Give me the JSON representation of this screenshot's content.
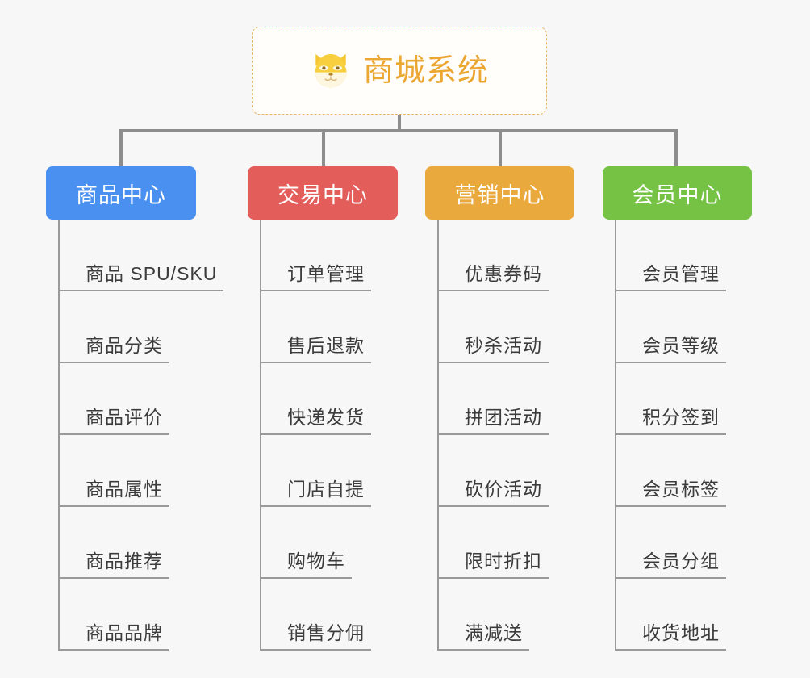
{
  "page": {
    "background_color": "#f7f7f7",
    "text_color": "#3c3c3c",
    "connector_color": "#8d8d8d"
  },
  "root": {
    "title": "商城系统",
    "icon": "shiba-dog-icon",
    "border_color": "#e8b866",
    "title_color": "#eca632",
    "background_color": "#fffefb"
  },
  "columns": [
    {
      "title": "商品中心",
      "color": "#4a90f0",
      "items": [
        {
          "label": "商品 SPU/SKU"
        },
        {
          "label": "商品分类"
        },
        {
          "label": "商品评价"
        },
        {
          "label": "商品属性"
        },
        {
          "label": "商品推荐"
        },
        {
          "label": "商品品牌"
        }
      ]
    },
    {
      "title": "交易中心",
      "color": "#e35d5b",
      "items": [
        {
          "label": "订单管理"
        },
        {
          "label": "售后退款"
        },
        {
          "label": "快递发货"
        },
        {
          "label": "门店自提"
        },
        {
          "label": "购物车"
        },
        {
          "label": "销售分佣"
        }
      ]
    },
    {
      "title": "营销中心",
      "color": "#eaa93c",
      "items": [
        {
          "label": "优惠券码"
        },
        {
          "label": "秒杀活动"
        },
        {
          "label": "拼团活动"
        },
        {
          "label": "砍价活动"
        },
        {
          "label": "限时折扣"
        },
        {
          "label": "满减送"
        }
      ]
    },
    {
      "title": "会员中心",
      "color": "#75c244",
      "items": [
        {
          "label": "会员管理"
        },
        {
          "label": "会员等级"
        },
        {
          "label": "积分签到"
        },
        {
          "label": "会员标签"
        },
        {
          "label": "会员分组"
        },
        {
          "label": "收货地址"
        }
      ]
    }
  ]
}
